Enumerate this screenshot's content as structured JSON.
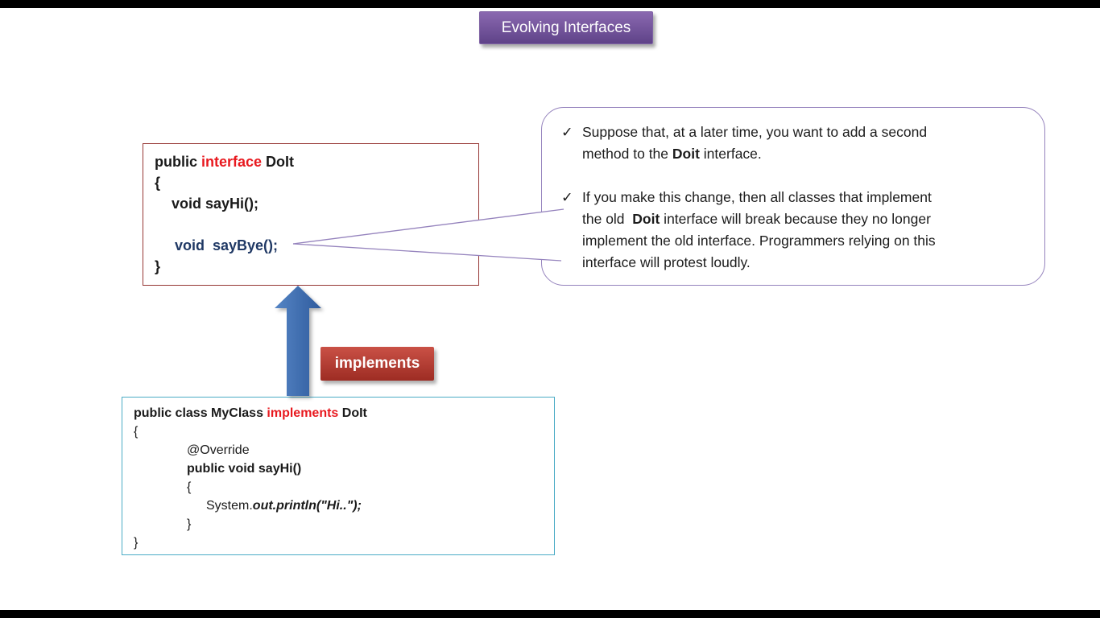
{
  "title_bar": {
    "label": "Evolving Interfaces"
  },
  "interface_box": {
    "l1_public": "public ",
    "l1_interface": "interface",
    "l1_rest": " DoIt",
    "l2": "{",
    "l3": "void sayHi();",
    "l5": "void  sayBye();",
    "l6": "}"
  },
  "bubble": {
    "check": "✓",
    "b1l1": "Suppose that, at a later time, you want to add a second",
    "b1l2_pre": "method to the ",
    "b1l2_bold": "Doit",
    "b1l2_post": " interface.",
    "b2l1": "If you make this change, then all classes that implement",
    "b2l2_pre": "the old  ",
    "b2l2_bold": "Doit",
    "b2l2_post": " interface will break because they no longer",
    "b2l3": "implement the old interface. Programmers relying on this",
    "b2l4": "interface will protest loudly."
  },
  "arrow_label": {
    "label": "implements"
  },
  "class_box": {
    "l1_pre": "public class MyClass ",
    "l1_implements": "implements",
    "l1_post": " DoIt",
    "l2": "{",
    "l3": "@Override",
    "l4": "public void sayHi()",
    "l5": "{",
    "l6_pre": "System.",
    "l6_bold": "out.println(\"Hi..\");",
    "l7": "}",
    "l8": "}"
  },
  "colors": {
    "title_purple_top": "#8a68b0",
    "title_purple_bottom": "#5f4388",
    "keyword_red": "#e8191f",
    "method_navy": "#1f3864",
    "interface_box_border": "#963634",
    "class_box_border": "#4bacc6",
    "bubble_border": "#9583bd",
    "arrow_blue": "#3d6db3",
    "implements_red": "#b93a31"
  }
}
